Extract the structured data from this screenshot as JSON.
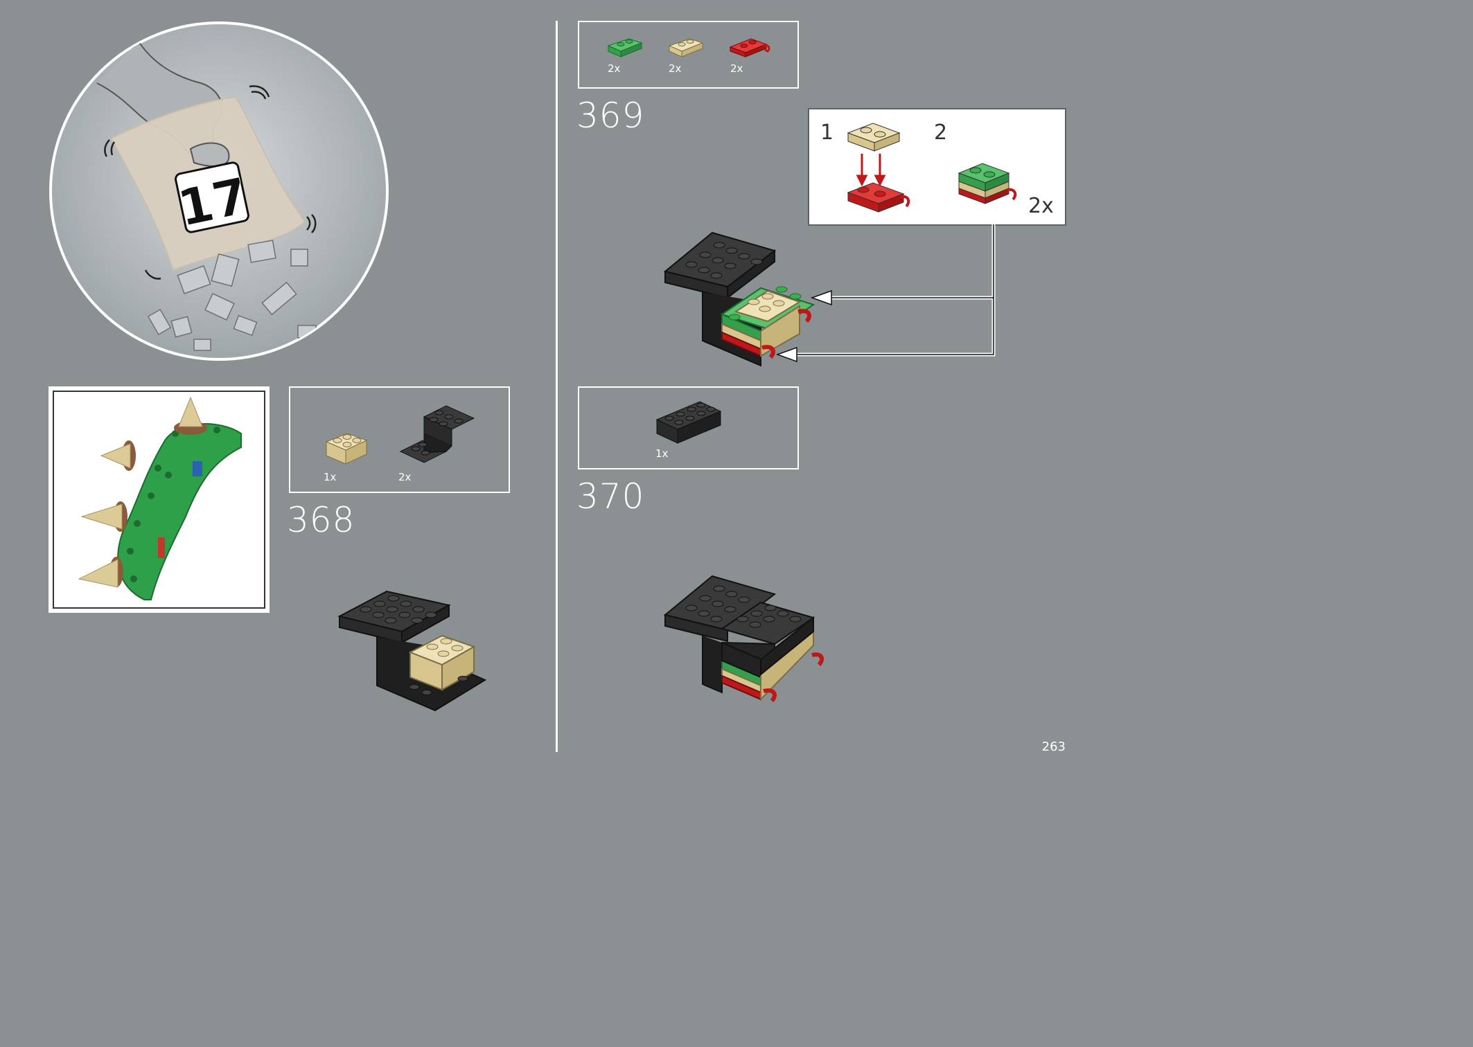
{
  "bag": {
    "number": "17"
  },
  "steps": [
    {
      "number": "368",
      "parts": [
        {
          "name": "tan-brick-2x2-icon",
          "qty": "1x"
        },
        {
          "name": "black-bracket-icon",
          "qty": "2x"
        }
      ]
    },
    {
      "number": "369",
      "parts": [
        {
          "name": "green-plate-1x2-icon",
          "qty": "2x"
        },
        {
          "name": "tan-plate-1x2-icon",
          "qty": "2x"
        },
        {
          "name": "red-clip-plate-icon",
          "qty": "2x"
        }
      ],
      "callout": {
        "sub1": "1",
        "sub2": "2",
        "multiplier": "2x"
      }
    },
    {
      "number": "370",
      "parts": [
        {
          "name": "black-brick-2x4-icon",
          "qty": "1x"
        }
      ]
    }
  ],
  "page_number": "263",
  "colors": {
    "background": "#8b9193",
    "black_brick": "#2b2b2b",
    "tan_brick": "#e3d3a4",
    "green_plate": "#3cae52",
    "red_plate": "#d0161a"
  }
}
